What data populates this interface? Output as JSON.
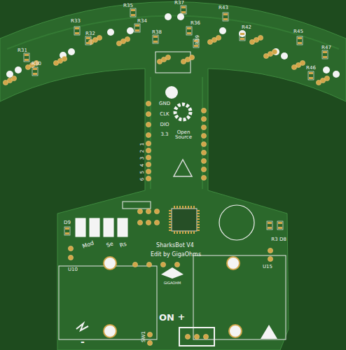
{
  "diagram": {
    "labels": [
      "R35",
      "R37",
      "R43",
      "R33",
      "R34",
      "R36",
      "R42",
      "R32",
      "R45",
      "R31",
      "R38",
      "R39",
      "R47",
      "R30",
      "R46",
      "GND",
      "CLK",
      "DIO",
      "3.3",
      "Open Source",
      "1",
      "2",
      "3",
      "4",
      "5",
      "6",
      "D9",
      "Mod",
      "Se",
      "Rs",
      "SharksBot V4",
      "Edit by GigaOhms",
      "GIGAOHM",
      "U10",
      "U15",
      "R3",
      "D8",
      "ON",
      "+",
      "SW1",
      "-"
    ]
  }
}
